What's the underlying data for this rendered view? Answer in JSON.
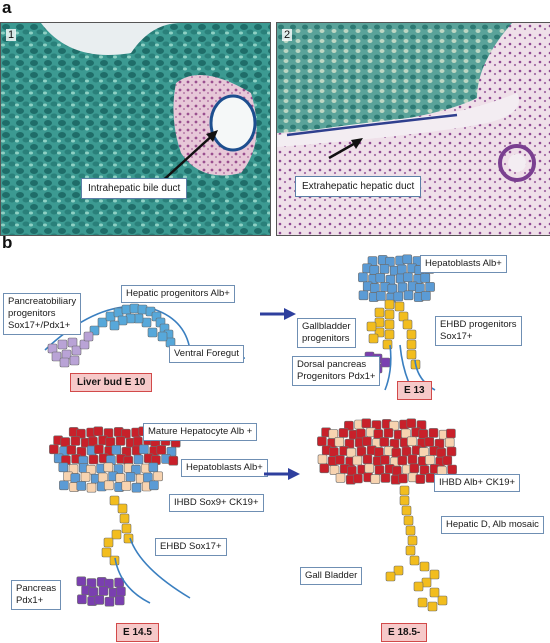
{
  "panel_a": {
    "letter": "a",
    "photo1": {
      "number": "1",
      "label": "Intrahepatic bile duct"
    },
    "photo2": {
      "number": "2",
      "label": "Extrahepatic hepatic duct"
    }
  },
  "panel_b": {
    "letter": "b",
    "colors": {
      "hepatic_progenitor": "#57a8da",
      "hepatoblast": "#5b9bd5",
      "mature_hepatocyte": "#c8202a",
      "biliary": "#f2bd1e",
      "ihbd": "#f7d3b0",
      "pancreas": "#7a3fb0",
      "pancreatobiliary": "#b9a3d6",
      "foregut_line": "#3a7fc0",
      "stage_box": "#f6c9c9",
      "arrow": "#2e3f9e"
    },
    "stage_e10": {
      "stage_label": "Liver bud E 10",
      "labels": {
        "hepatic_progenitors": "Hepatic progenitors Alb+",
        "pancreatobiliary_1": "Pancreatobiliary",
        "pancreatobiliary_2": "progenitors",
        "pancreatobiliary_3": "Sox17+/Pdx1+",
        "ventral_foregut": "Ventral Foregut"
      }
    },
    "stage_e13": {
      "stage_label": "E 13",
      "labels": {
        "hepatoblasts": "Hepatoblasts Alb+",
        "gallbladder_1": "Gallbladder",
        "gallbladder_2": "progenitors",
        "ehbd_1": "EHBD progenitors",
        "ehbd_2": "Sox17+",
        "dorsal_1": "Dorsal pancreas",
        "dorsal_2": "Progenitors Pdx1+"
      }
    },
    "stage_e145": {
      "stage_label": "E 14.5",
      "labels": {
        "mature_hepatocyte": "Mature Hepatocyte Alb +",
        "hepatoblasts": "Hepatoblasts Alb+",
        "ihbd": "IHBD  Sox9+  CK19+",
        "ehbd": "EHBD Sox17+",
        "pancreas_1": "Pancreas",
        "pancreas_2": "Pdx1+"
      }
    },
    "stage_e185": {
      "stage_label": "E 18.5-",
      "labels": {
        "ihbd": "IHBD Alb+ CK19+",
        "hepatic_d": "Hepatic D, Alb mosaic",
        "gall_bladder": "Gall Bladder"
      }
    }
  }
}
